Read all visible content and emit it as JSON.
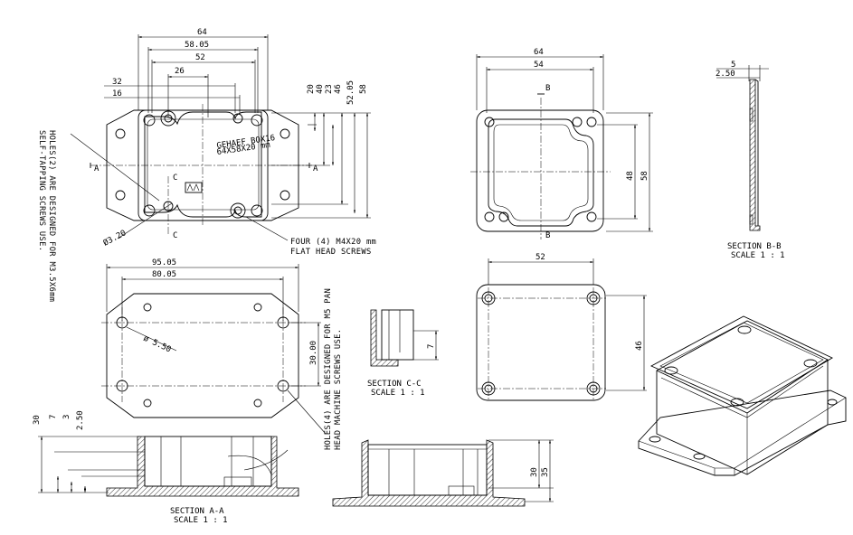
{
  "top_view": {
    "dims_horizontal": [
      "64",
      "58.05",
      "52",
      "26",
      "32",
      "16"
    ],
    "dims_vertical": [
      "20",
      "40",
      "23",
      "46",
      "52.05",
      "58"
    ],
    "section_marks": {
      "a": "A",
      "c": "C"
    },
    "hole_dim": "Ø3.20",
    "label_line1": "GEHAEF  BOX16",
    "label_line2": "64X58X20 mm",
    "screws_note_line1": "FOUR (4) M4X20 mm",
    "screws_note_line2": "FLAT HEAD SCREWS",
    "holes_note_line1": "HOLES(2) ARE DESIGNED FOR M3.5X6mm",
    "holes_note_line2": "SELF-TAPPING SCREWS USE."
  },
  "lid_view": {
    "dims_horizontal": [
      "64",
      "54"
    ],
    "dims_vertical": [
      "48",
      "58"
    ],
    "section_mark": "B"
  },
  "section_bb": {
    "dims": [
      "5",
      "2.50"
    ],
    "title": "SECTION B-B",
    "scale": "SCALE 1 : 1"
  },
  "bottom_view": {
    "dims_horizontal": [
      "95.05",
      "80.05"
    ],
    "dim_vertical": "30.00",
    "hole_dim": "ø 5.50",
    "holes_note_line1": "HOLES(4) ARE DESIGNED FOR M5 PAN",
    "holes_note_line2": "HEAD MACHINE SCREWS USE."
  },
  "section_cc": {
    "dim": "7",
    "title": "SECTION C-C",
    "scale": "SCALE 1 : 1"
  },
  "base_view": {
    "dim_horizontal": "52",
    "dim_vertical": "46"
  },
  "section_aa": {
    "dims_vertical": [
      "30",
      "7",
      "3",
      "2.50"
    ],
    "title": "SECTION A-A",
    "scale": "SCALE 1 : 1"
  },
  "side_section": {
    "dims_vertical": [
      "30",
      "35"
    ]
  }
}
